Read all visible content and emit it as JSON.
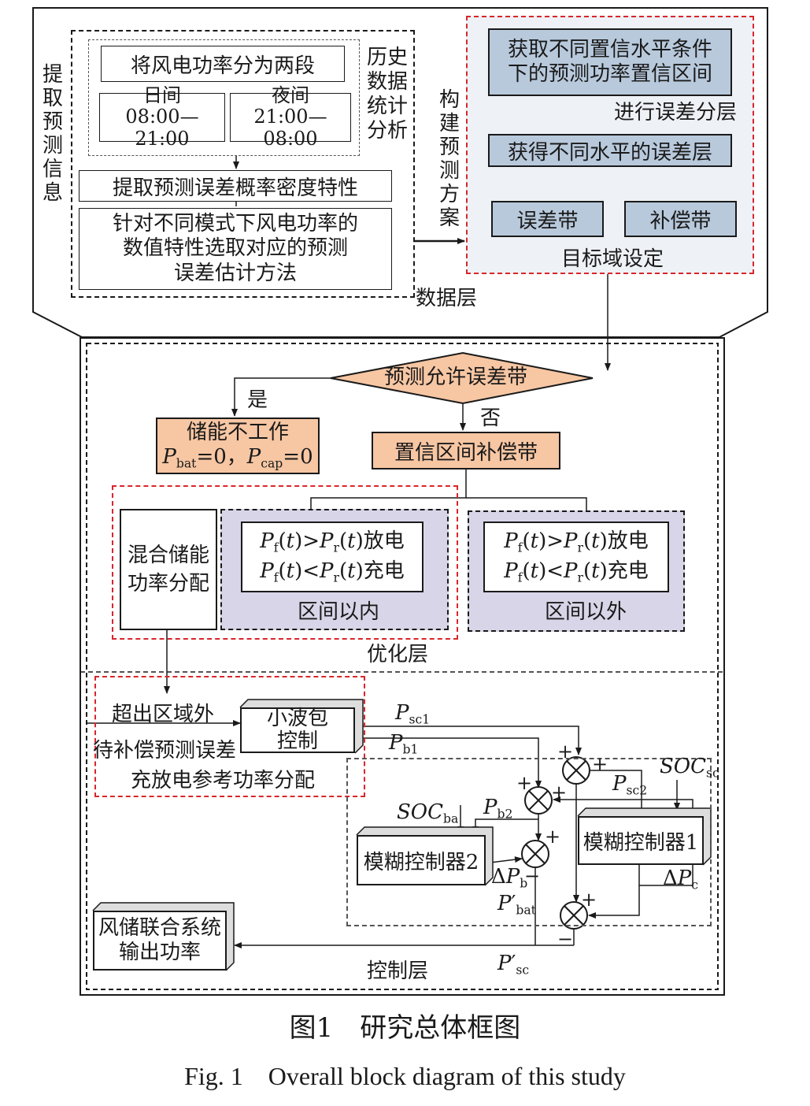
{
  "data_layer": {
    "side_label_left": "提取预测信息",
    "split_box": "将风电功率分为两段",
    "day_label": "日间",
    "day_time": "08:00—21:00",
    "night_label": "夜间",
    "night_time": "21:00—08:00",
    "history_label": "历史数据统计分析",
    "extract_box": "提取预测误差概率密度特性",
    "method_line1": "针对不同模式下风电功率的",
    "method_line2": "数值特性选取对应的预测",
    "method_line3": "误差估计方法",
    "layer_name": "数据层",
    "side_label_mid": "构建预测方案",
    "confidence_line1": "获取不同置信水平条件",
    "confidence_line2": "下的预测功率置信区间",
    "error_layering": "进行误差分层",
    "error_levels": "获得不同水平的误差层",
    "error_band": "误差带",
    "comp_band": "补偿带",
    "target_domain": "目标域设定"
  },
  "opt_layer": {
    "decision": "预测允许误差带",
    "yes": "是",
    "no": "否",
    "idle_line1": "储能不工作",
    "idle_p_bat": "P",
    "idle_bat_sub": "bat",
    "idle_eq1": "=0，",
    "idle_p_cap": "P",
    "idle_cap_sub": "cap",
    "idle_eq2": "=0",
    "comp_box": "置信区间补偿带",
    "hybrid_line1": "混合储能",
    "hybrid_line2": "功率分配",
    "inner_discharge": "放电",
    "inner_charge": "充电",
    "inner_label": "区间以内",
    "outer_discharge": "放电",
    "outer_charge": "充电",
    "outer_label": "区间以外",
    "layer_name": "优化层"
  },
  "ctrl_layer": {
    "beyond": "超出区域外",
    "pending": "待补偿预测误差",
    "ref_alloc": "充放电参考功率分配",
    "wavelet_line1": "小波包",
    "wavelet_line2": "控制",
    "fuzzy1": "模糊控制器1",
    "fuzzy2": "模糊控制器2",
    "output_line1": "风储联合系统",
    "output_line2": "输出功率",
    "layer_name": "控制层"
  },
  "caption": {
    "cn": "图1　研究总体框图",
    "en": "Fig. 1　Overall block diagram of this study"
  }
}
